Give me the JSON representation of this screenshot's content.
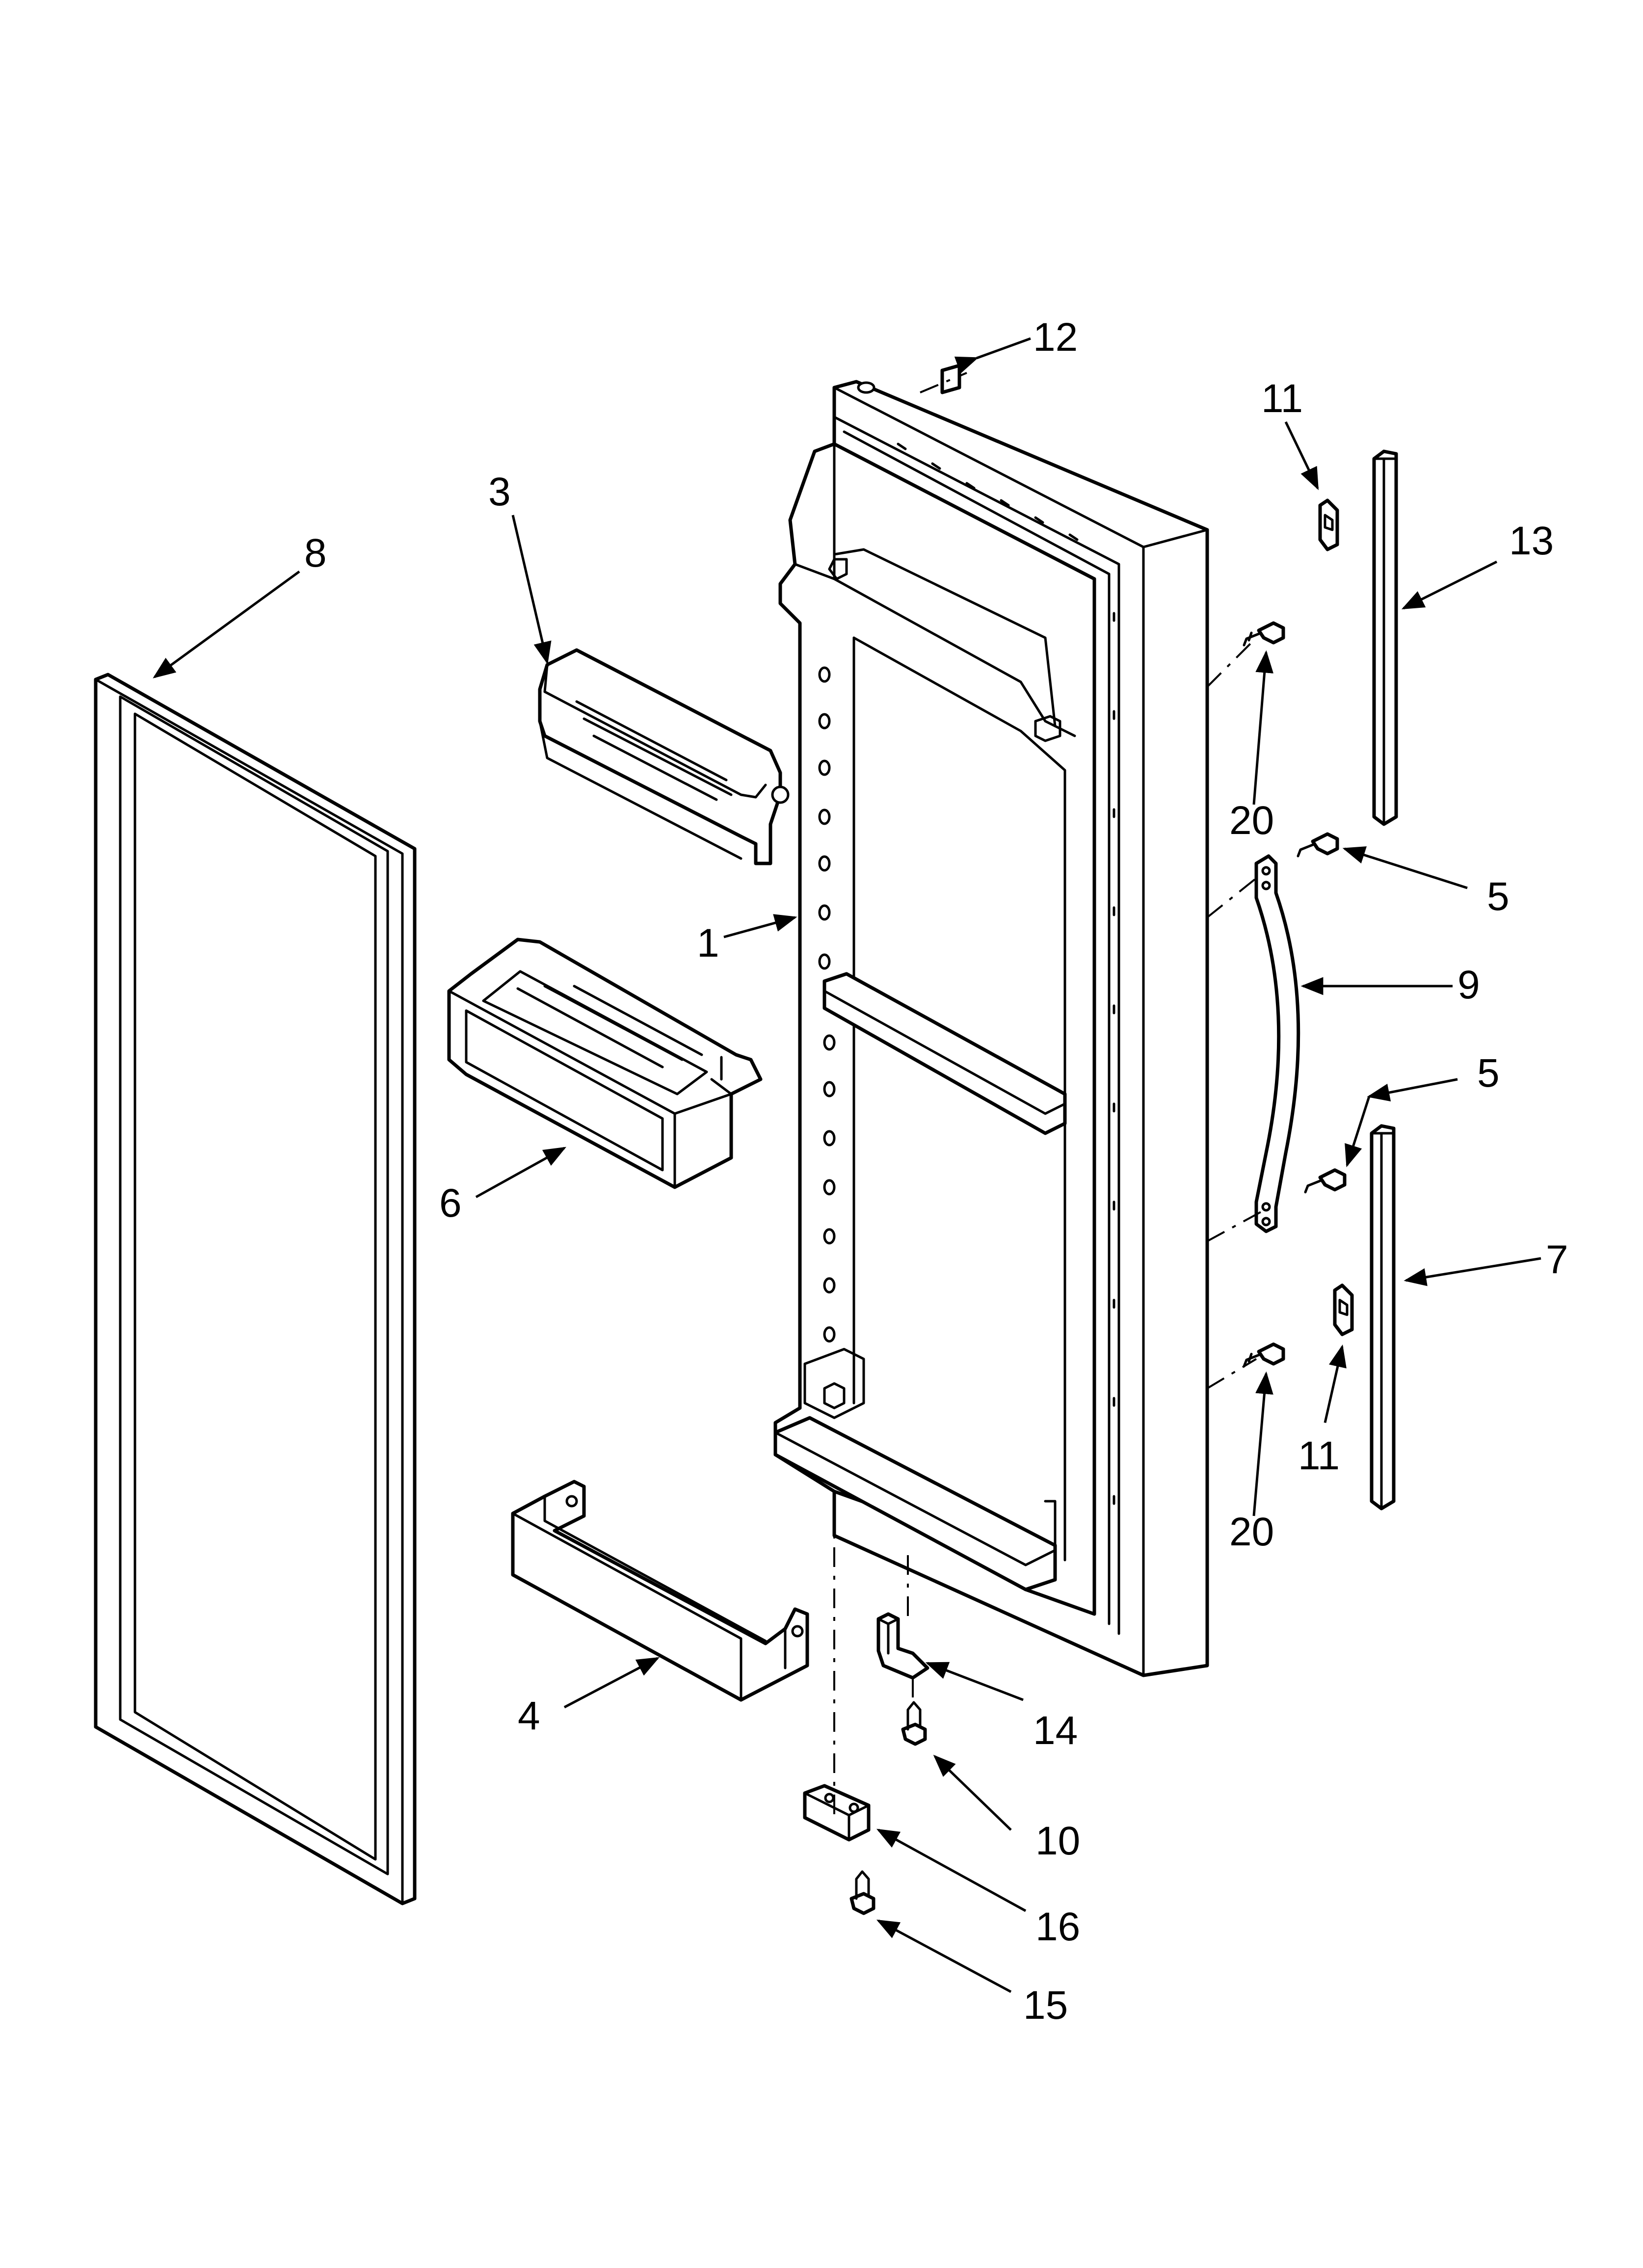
{
  "callouts": {
    "c1": "1",
    "c3": "3",
    "c4": "4",
    "c5a": "5",
    "c5b": "5",
    "c6": "6",
    "c7": "7",
    "c8": "8",
    "c9": "9",
    "c10": "10",
    "c11a": "11",
    "c11b": "11",
    "c12": "12",
    "c13": "13",
    "c14": "14",
    "c15": "15",
    "c16": "16",
    "c20a": "20",
    "c20b": "20"
  },
  "colors": {
    "line": "#000000",
    "background": "#ffffff"
  }
}
